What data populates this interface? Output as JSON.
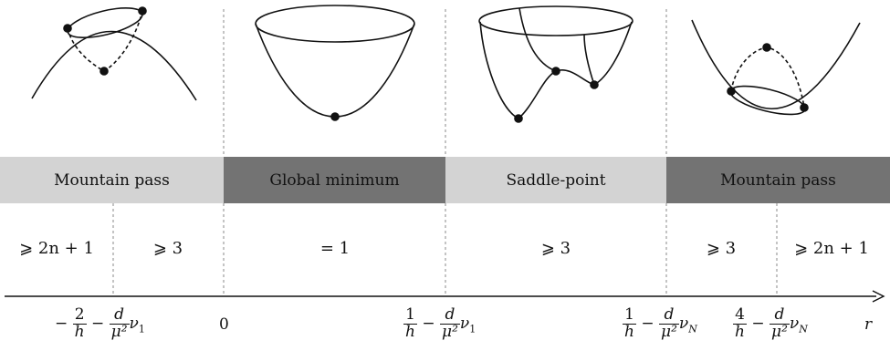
{
  "regions": [
    {
      "label": "Mountain pass",
      "shade": "#d3d3d3",
      "counts": [
        "⩾ 2n + 1",
        "⩾ 3"
      ]
    },
    {
      "label": "Global minimum",
      "shade": "#737373",
      "counts": [
        "= 1"
      ]
    },
    {
      "label": "Saddle-point",
      "shade": "#d3d3d3",
      "counts": [
        "⩾ 3"
      ]
    },
    {
      "label": "Mountain pass",
      "shade": "#737373",
      "counts": [
        "⩾ 3",
        "⩾ 2n + 1"
      ]
    }
  ],
  "axis": {
    "variable": "r",
    "ticks": [
      {
        "lead": "−",
        "f1_num": "2",
        "f1_den": "h",
        "op": "−",
        "f2_num": "d",
        "f2_den": "μ²",
        "nu": "ν",
        "nu_sub": "1"
      },
      {
        "plain": "0"
      },
      {
        "lead": "",
        "f1_num": "1",
        "f1_den": "h",
        "op": "−",
        "f2_num": "d",
        "f2_den": "μ²",
        "nu": "ν",
        "nu_sub": "1"
      },
      {
        "lead": "",
        "f1_num": "1",
        "f1_den": "h",
        "op": "−",
        "f2_num": "d",
        "f2_den": "μ²",
        "nu": "ν",
        "nu_sub": "N"
      },
      {
        "lead": "",
        "f1_num": "4",
        "f1_den": "h",
        "op": "−",
        "f2_num": "d",
        "f2_den": "μ²",
        "nu": "ν",
        "nu_sub": "N"
      }
    ]
  },
  "colors": {
    "light_band": "#d3d3d3",
    "dark_band": "#737373",
    "divider": "#8a8a8a"
  }
}
